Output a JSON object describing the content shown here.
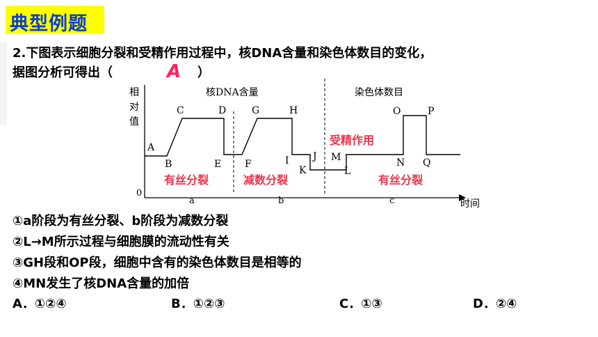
{
  "header": {
    "title": "典型例题"
  },
  "question": {
    "line1": "2.下图表示细胞分裂和受精作用过程中，核DNA含量和染色体数目的变化，",
    "line2_prefix": "据图分析可得出（",
    "answer": "A",
    "line2_suffix": "）"
  },
  "figure": {
    "y_axis_label": [
      "相",
      "对",
      "值"
    ],
    "origin": "0",
    "x_axis_label": "时间",
    "section_titles": {
      "dna": "核DNA含量",
      "chromosome": "染色体数目"
    },
    "phase_letters": {
      "a": "a",
      "b": "b",
      "c": "c"
    },
    "points": [
      "A",
      "B",
      "C",
      "D",
      "E",
      "F",
      "G",
      "H",
      "I",
      "J",
      "K",
      "L",
      "M",
      "N",
      "O",
      "P",
      "Q"
    ],
    "stage_labels": {
      "mitosis1": "有丝分裂",
      "meiosis": "减数分裂",
      "fertilization": "受精作用",
      "mitosis2": "有丝分裂"
    },
    "stage_color": "#e8364a"
  },
  "statements": [
    "①a阶段为有丝分裂、b阶段为减数分裂",
    "②L→M所示过程与细胞膜的流动性有关",
    "③GH段和OP段，细胞中含有的染色体数目是相等的",
    "④MN发生了核DNA含量的加倍"
  ],
  "options": [
    "A．①②④",
    "B．①②③",
    "C．①③",
    "D．②④"
  ],
  "colors": {
    "title_bg": "#ffff00",
    "title_text": "#0b3fd6",
    "answer": "#ff1f5a"
  }
}
